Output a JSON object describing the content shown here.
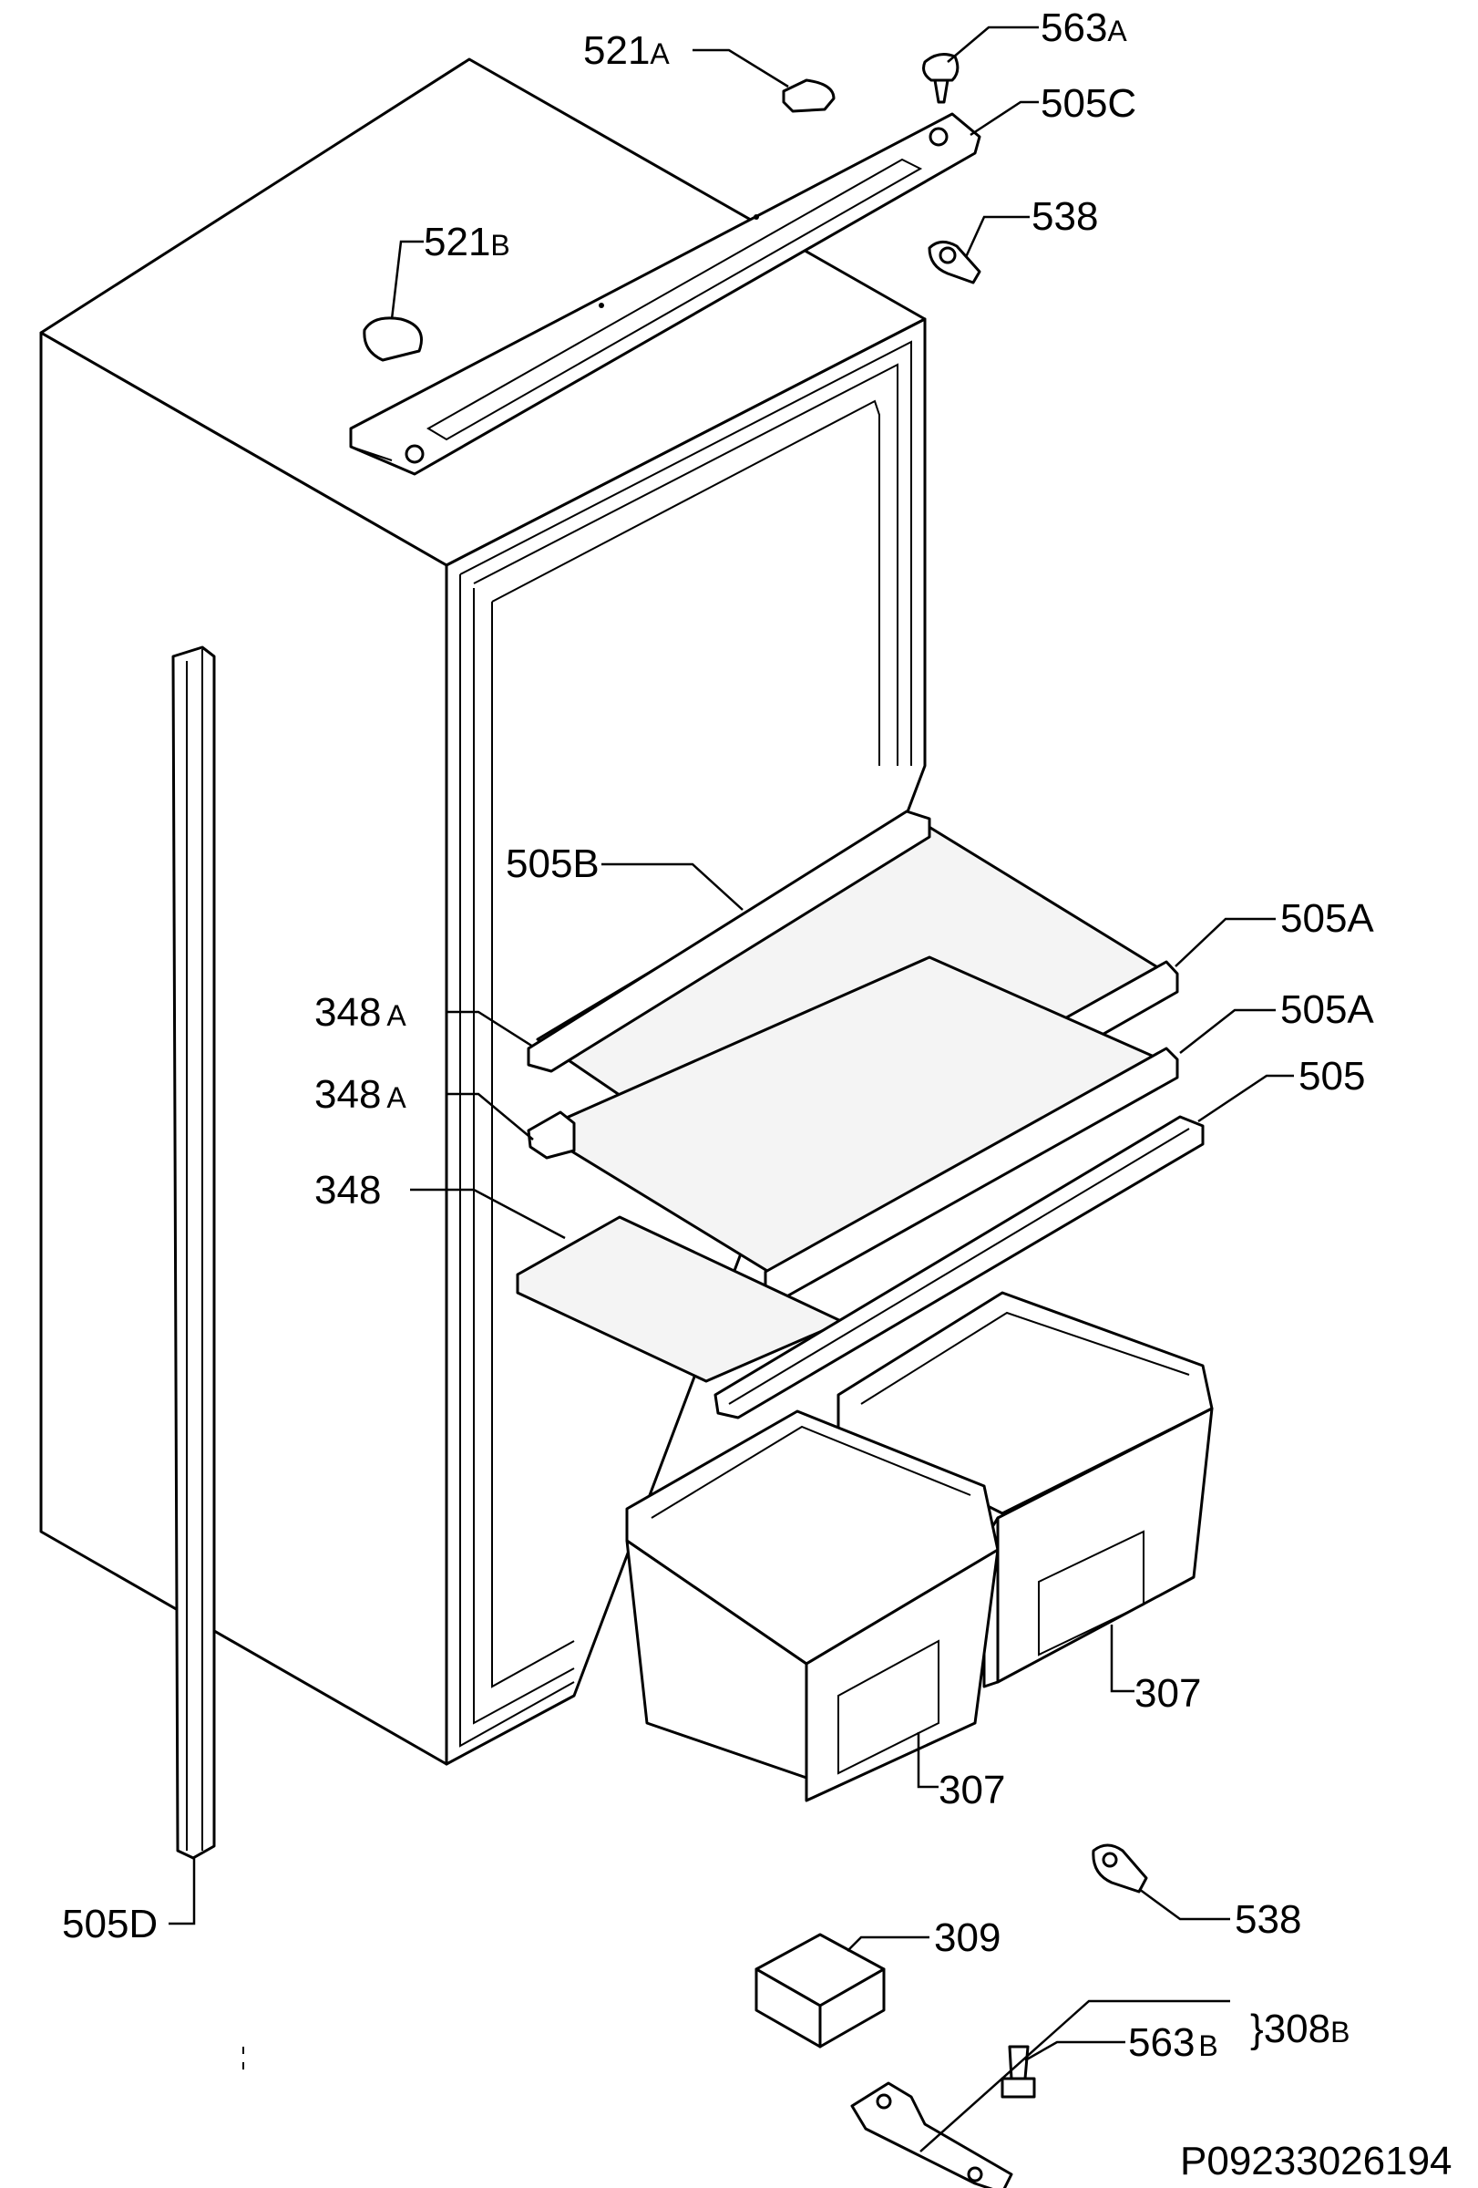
{
  "labels": {
    "l521A": {
      "main": "521",
      "suffix": "A"
    },
    "l563A": {
      "main": "563",
      "suffix": "A"
    },
    "l505C": {
      "main": "505C"
    },
    "l521B": {
      "main": "521",
      "suffix": "B"
    },
    "l538_top": {
      "main": "538"
    },
    "l505B": {
      "main": "505B"
    },
    "l505A_1": {
      "main": "505A"
    },
    "l505A_2": {
      "main": "505A"
    },
    "l505": {
      "main": "505"
    },
    "l348A_1": {
      "main": "348",
      "suffix": "A"
    },
    "l348A_2": {
      "main": "348",
      "suffix": "A"
    },
    "l348": {
      "main": "348"
    },
    "l307_right": {
      "main": "307"
    },
    "l307_left": {
      "main": "307"
    },
    "l505D": {
      "main": "505D"
    },
    "l538_bottom": {
      "main": "538"
    },
    "l309": {
      "main": "309"
    },
    "l308B": {
      "main": "}308",
      "suffix": "B"
    },
    "l563B": {
      "main": "563",
      "suffix": "B"
    }
  },
  "code": "P09233026194"
}
